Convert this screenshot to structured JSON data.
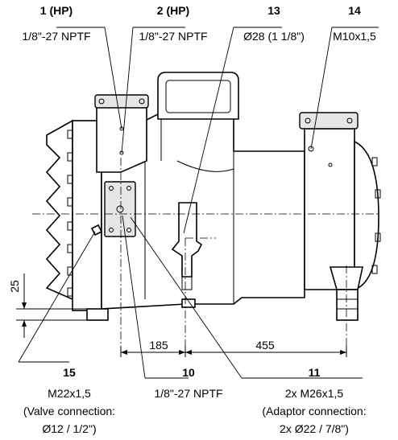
{
  "callouts": {
    "c1": {
      "number": "1 (HP)",
      "spec": "1/8\"-27 NPTF"
    },
    "c2": {
      "number": "2 (HP)",
      "spec": "1/8\"-27 NPTF"
    },
    "c13": {
      "number": "13",
      "spec": "Ø28 (1 1/8\")"
    },
    "c14": {
      "number": "14",
      "spec": "M10x1,5"
    },
    "c15": {
      "number": "15",
      "spec": "M22x1,5",
      "note1": "(Valve connection:",
      "note2": "Ø12 / 1/2\")"
    },
    "c10": {
      "number": "10",
      "spec": "1/8\"-27 NPTF"
    },
    "c11": {
      "number": "11",
      "spec": "2x M26x1,5",
      "note1": "(Adaptor connection:",
      "note2": "2x Ø22 / 7/8\")"
    }
  },
  "dimensions": {
    "height_25": "25",
    "width_185": "185",
    "width_455": "455"
  }
}
